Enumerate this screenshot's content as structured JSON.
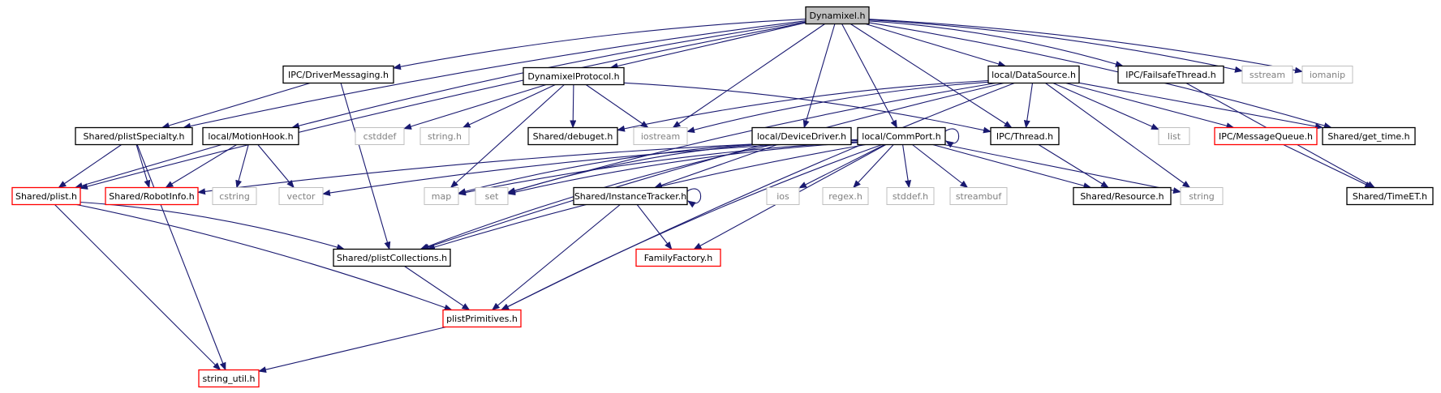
{
  "colors": {
    "edge": "#191970",
    "border_black": "#000000",
    "border_red": "#ff0000",
    "border_gray": "#bfbfbf",
    "text_gray": "#808080",
    "root_fill": "#bfbfbf"
  },
  "nodes": [
    {
      "id": "dynamixel",
      "label": "Dynamixel.h",
      "style": "root"
    },
    {
      "id": "driverMessaging",
      "label": "IPC/DriverMessaging.h",
      "style": "black"
    },
    {
      "id": "dynamixelProtocol",
      "label": "DynamixelProtocol.h",
      "style": "black"
    },
    {
      "id": "dataSource",
      "label": "local/DataSource.h",
      "style": "black"
    },
    {
      "id": "failsafeThread",
      "label": "IPC/FailsafeThread.h",
      "style": "black"
    },
    {
      "id": "sstream",
      "label": "sstream",
      "style": "gray"
    },
    {
      "id": "iomanip",
      "label": "iomanip",
      "style": "gray"
    },
    {
      "id": "plistSpecialty",
      "label": "Shared/plistSpecialty.h",
      "style": "black"
    },
    {
      "id": "motionHook",
      "label": "local/MotionHook.h",
      "style": "black"
    },
    {
      "id": "cstddef",
      "label": "cstddef",
      "style": "gray"
    },
    {
      "id": "stringh",
      "label": "string.h",
      "style": "gray"
    },
    {
      "id": "debuget",
      "label": "Shared/debuget.h",
      "style": "black"
    },
    {
      "id": "iostream",
      "label": "iostream",
      "style": "gray"
    },
    {
      "id": "deviceDriver",
      "label": "local/DeviceDriver.h",
      "style": "black"
    },
    {
      "id": "commPort",
      "label": "local/CommPort.h",
      "style": "black"
    },
    {
      "id": "thread",
      "label": "IPC/Thread.h",
      "style": "black"
    },
    {
      "id": "list",
      "label": "list",
      "style": "gray"
    },
    {
      "id": "messageQueue",
      "label": "IPC/MessageQueue.h",
      "style": "red"
    },
    {
      "id": "getTime",
      "label": "Shared/get_time.h",
      "style": "black"
    },
    {
      "id": "plist",
      "label": "Shared/plist.h",
      "style": "red"
    },
    {
      "id": "robotInfo",
      "label": "Shared/RobotInfo.h",
      "style": "red"
    },
    {
      "id": "cstring",
      "label": "cstring",
      "style": "gray"
    },
    {
      "id": "vector",
      "label": "vector",
      "style": "gray"
    },
    {
      "id": "map",
      "label": "map",
      "style": "gray"
    },
    {
      "id": "set",
      "label": "set",
      "style": "gray"
    },
    {
      "id": "instanceTracker",
      "label": "Shared/InstanceTracker.h",
      "style": "black"
    },
    {
      "id": "ios",
      "label": "ios",
      "style": "gray"
    },
    {
      "id": "regex",
      "label": "regex.h",
      "style": "gray"
    },
    {
      "id": "stddef",
      "label": "stddef.h",
      "style": "gray"
    },
    {
      "id": "streambuf",
      "label": "streambuf",
      "style": "gray"
    },
    {
      "id": "resource",
      "label": "Shared/Resource.h",
      "style": "black"
    },
    {
      "id": "string",
      "label": "string",
      "style": "gray"
    },
    {
      "id": "timeET",
      "label": "Shared/TimeET.h",
      "style": "black"
    },
    {
      "id": "plistCollections",
      "label": "Shared/plistCollections.h",
      "style": "black"
    },
    {
      "id": "familyFactory",
      "label": "FamilyFactory.h",
      "style": "red"
    },
    {
      "id": "plistPrimitives",
      "label": "plistPrimitives.h",
      "style": "red"
    },
    {
      "id": "stringUtil",
      "label": "string_util.h",
      "style": "red"
    }
  ],
  "edges": [
    [
      "dynamixel",
      "driverMessaging"
    ],
    [
      "dynamixel",
      "dynamixelProtocol"
    ],
    [
      "dynamixel",
      "dataSource"
    ],
    [
      "dynamixel",
      "failsafeThread"
    ],
    [
      "dynamixel",
      "sstream"
    ],
    [
      "dynamixel",
      "iomanip"
    ],
    [
      "dynamixel",
      "plistSpecialty"
    ],
    [
      "dynamixel",
      "motionHook"
    ],
    [
      "dynamixel",
      "plist"
    ],
    [
      "dynamixel",
      "iostream"
    ],
    [
      "dynamixel",
      "deviceDriver"
    ],
    [
      "dynamixel",
      "commPort"
    ],
    [
      "dynamixel",
      "thread"
    ],
    [
      "dynamixel",
      "getTime"
    ],
    [
      "driverMessaging",
      "plistSpecialty"
    ],
    [
      "driverMessaging",
      "plistCollections"
    ],
    [
      "dynamixelProtocol",
      "cstddef"
    ],
    [
      "dynamixelProtocol",
      "stringh"
    ],
    [
      "dynamixelProtocol",
      "debuget"
    ],
    [
      "dynamixelProtocol",
      "iostream"
    ],
    [
      "dynamixelProtocol",
      "map"
    ],
    [
      "dynamixelProtocol",
      "thread"
    ],
    [
      "dataSource",
      "debuget"
    ],
    [
      "dataSource",
      "iostream"
    ],
    [
      "dataSource",
      "thread"
    ],
    [
      "dataSource",
      "list"
    ],
    [
      "dataSource",
      "messageQueue"
    ],
    [
      "dataSource",
      "getTime"
    ],
    [
      "dataSource",
      "string"
    ],
    [
      "dataSource",
      "plistCollections"
    ],
    [
      "dataSource",
      "set"
    ],
    [
      "dataSource",
      "plistPrimitives"
    ],
    [
      "failsafeThread",
      "timeET"
    ],
    [
      "messageQueue",
      "timeET"
    ],
    [
      "plistSpecialty",
      "plist"
    ],
    [
      "plistSpecialty",
      "robotInfo"
    ],
    [
      "motionHook",
      "plist"
    ],
    [
      "motionHook",
      "robotInfo"
    ],
    [
      "motionHook",
      "cstring"
    ],
    [
      "motionHook",
      "vector"
    ],
    [
      "deviceDriver",
      "instanceTracker"
    ],
    [
      "deviceDriver",
      "map"
    ],
    [
      "deviceDriver",
      "set"
    ],
    [
      "deviceDriver",
      "plistCollections"
    ],
    [
      "commPort",
      "commPort"
    ],
    [
      "commPort",
      "ios"
    ],
    [
      "commPort",
      "regex"
    ],
    [
      "commPort",
      "stddef"
    ],
    [
      "commPort",
      "streambuf"
    ],
    [
      "commPort",
      "resource"
    ],
    [
      "commPort",
      "string"
    ],
    [
      "commPort",
      "familyFactory"
    ],
    [
      "commPort",
      "set"
    ],
    [
      "commPort",
      "map"
    ],
    [
      "commPort",
      "vector"
    ],
    [
      "commPort",
      "robotInfo"
    ],
    [
      "commPort",
      "plistCollections"
    ],
    [
      "commPort",
      "plistPrimitives"
    ],
    [
      "thread",
      "resource"
    ],
    [
      "instanceTracker",
      "instanceTracker"
    ],
    [
      "instanceTracker",
      "familyFactory"
    ],
    [
      "instanceTracker",
      "plistPrimitives"
    ],
    [
      "plist",
      "plistCollections"
    ],
    [
      "plist",
      "plistPrimitives"
    ],
    [
      "plist",
      "stringUtil"
    ],
    [
      "plistCollections",
      "plistPrimitives"
    ],
    [
      "plistPrimitives",
      "stringUtil"
    ],
    [
      "plistSpecialty",
      "stringUtil"
    ]
  ]
}
